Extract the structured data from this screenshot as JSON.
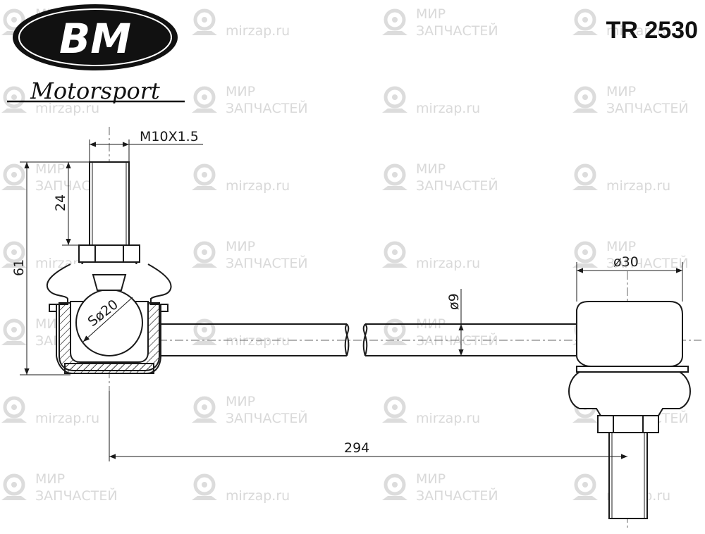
{
  "brand": {
    "logo_letters": "BM",
    "logo_subtitle": "Motorsport"
  },
  "part_number": "TR 2530",
  "dimensions": {
    "thread": "M10X1.5",
    "thread_length": "24",
    "overall_height": "61",
    "ball_diameter": "Sø20",
    "rod_diameter": "ø9",
    "bushing_diameter": "ø30",
    "overall_length": "294"
  },
  "watermark": {
    "line1": "МИР",
    "line2": "ЗАПЧАСТЕЙ",
    "url": "mirzap.ru",
    "icon": "map-pin-icon"
  }
}
